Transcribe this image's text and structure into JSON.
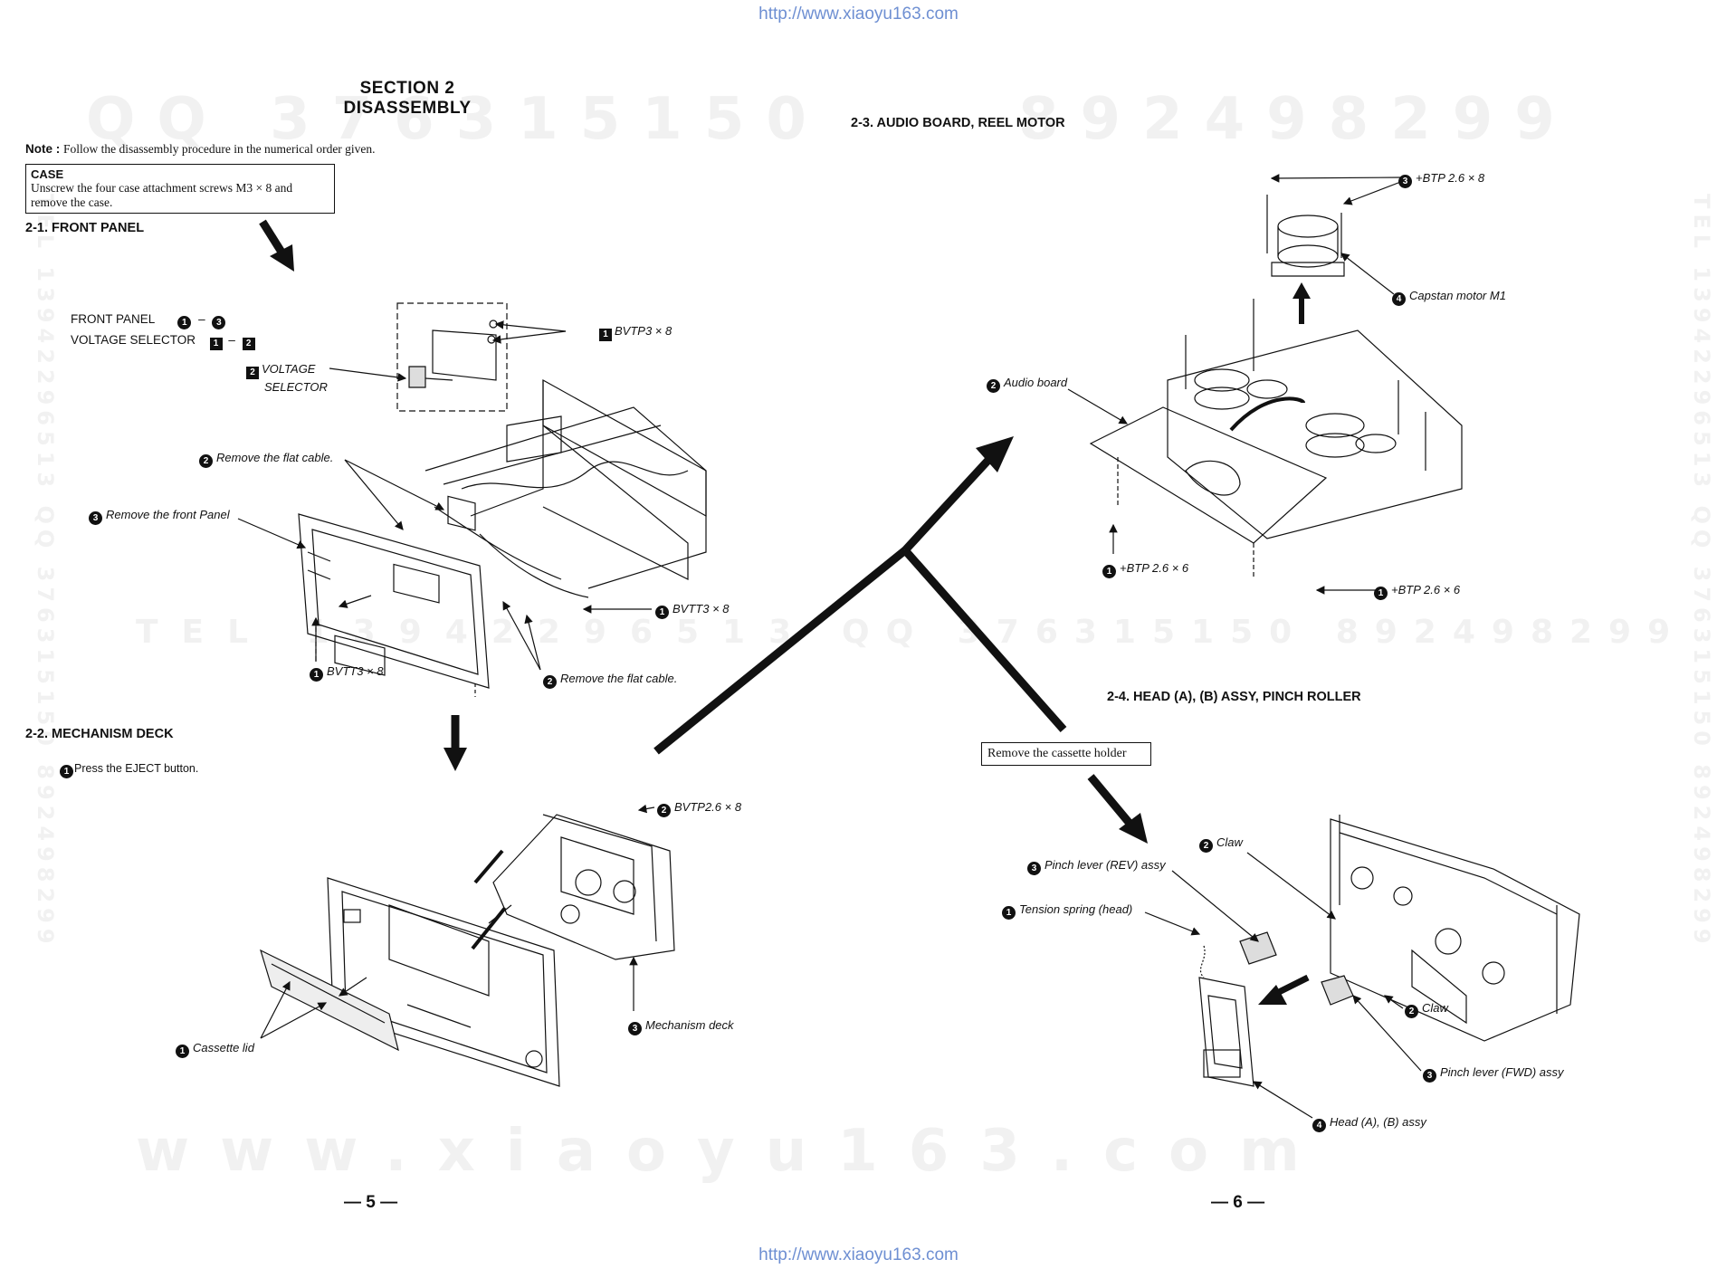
{
  "header_url": "http://www.xiaoyu163.com",
  "footer_url": "http://www.xiaoyu163.com",
  "watermark": {
    "qq_left": "QQ  376315150",
    "qq_right": "892498299",
    "tel_row": "TEL  13942296513",
    "qq_row": "QQ  376315150   892498299",
    "bottom": "www.xiaoyu163.com",
    "side_left": "TEL 13942296513  QQ 376315150  892498299",
    "side_right": "TEL 13942296513  QQ 376315150  892498299"
  },
  "section": {
    "line1": "SECTION 2",
    "line2": "DISASSEMBLY"
  },
  "note": {
    "label": "Note :",
    "text": "Follow the disassembly procedure in the numerical order given."
  },
  "case_box": {
    "title": "CASE",
    "line1": "Unscrew the four case attachment screws M3 × 8 and",
    "line2": "remove the case."
  },
  "s21": {
    "heading": "2-1.  FRONT PANEL",
    "front_panel": "FRONT PANEL",
    "voltage_selector": "VOLTAGE SELECTOR",
    "dash": "–",
    "vs_label_1": "VOLTAGE",
    "vs_label_2": "SELECTOR",
    "bvtp": "BVTP3 × 8",
    "flat_cable_1": "Remove the flat cable.",
    "front_panel_remove": "Remove the front Panel",
    "bvtt_right": "BVTT3 × 8",
    "bvtt_left": "BVTT3 × 8",
    "flat_cable_2": "Remove the flat cable."
  },
  "s22": {
    "heading": "2-2.  MECHANISM DECK",
    "step1": "Press the EJECT button.",
    "bvtp26": "BVTP2.6 × 8",
    "mech_deck": "Mechanism deck",
    "cassette_lid": "Cassette lid"
  },
  "s23": {
    "heading": "2-3.  AUDIO BOARD, REEL MOTOR",
    "btp_top": "+BTP 2.6 × 8",
    "capstan": "Capstan motor M1",
    "audio_board": "Audio board",
    "btp_left": "+BTP 2.6 × 6",
    "btp_right": "+BTP 2.6 × 6"
  },
  "s24": {
    "heading": "2-4.  HEAD (A), (B) ASSY, PINCH ROLLER",
    "remove_holder": "Remove the cassette holder",
    "claw_top": "Claw",
    "pinch_rev": "Pinch lever  (REV) assy",
    "tension_spring": "Tension spring (head)",
    "claw_right": "Claw",
    "pinch_fwd": "Pinch lever  (FWD) assy",
    "head_assy": "Head (A), (B) assy"
  },
  "badges": {
    "n1": "1",
    "n2": "2",
    "n3": "3",
    "n4": "4"
  },
  "pages": {
    "left": "— 5 —",
    "right": "— 6 —"
  }
}
